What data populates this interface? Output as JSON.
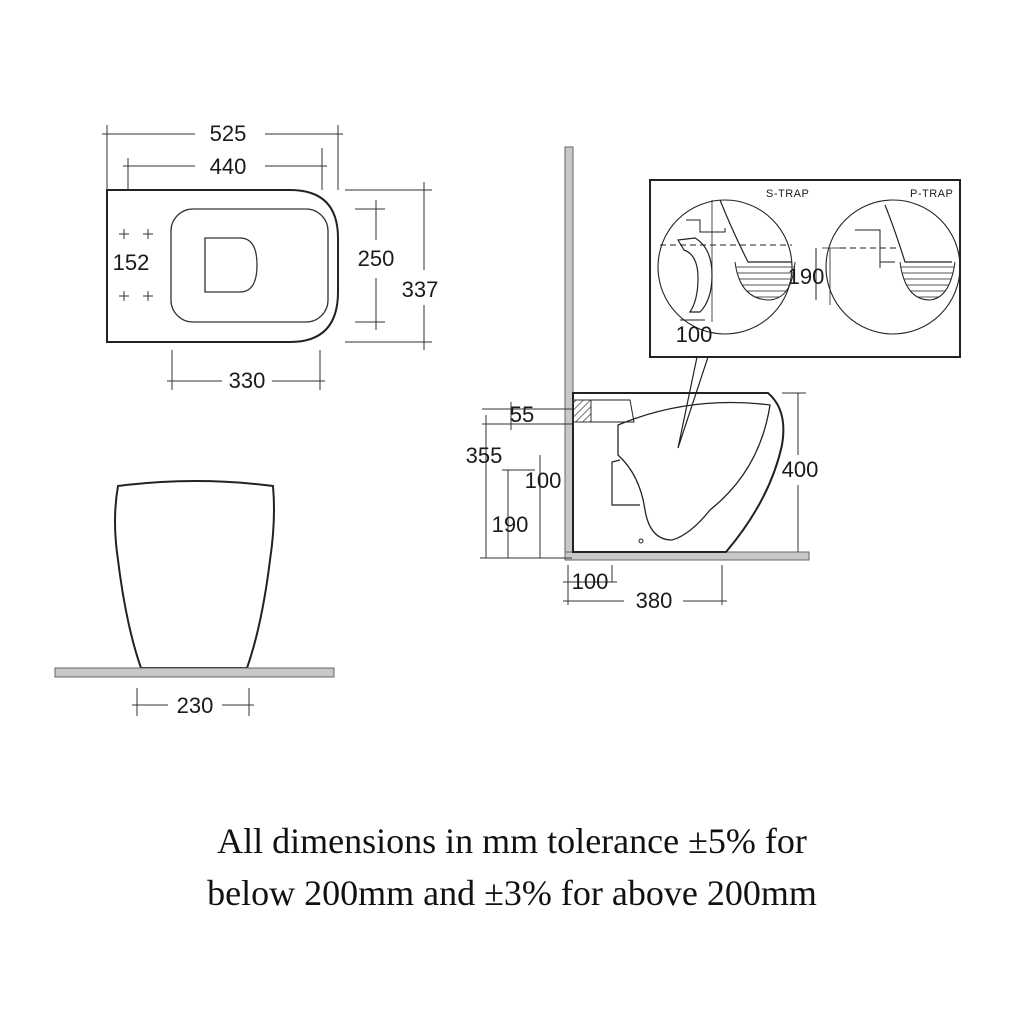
{
  "top_view": {
    "width_overall": "525",
    "width_bowl": "440",
    "fixing_centres": "152",
    "seat_depth": "250",
    "depth_overall": "337",
    "seat_width": "330"
  },
  "front_view": {
    "base_width": "230"
  },
  "side_view": {
    "rim_thickness": "55",
    "inlet_height": "355",
    "outlet_offset": "100",
    "outlet_height": "190",
    "pan_height": "400",
    "wall_to_outlet": "100",
    "projection": "380"
  },
  "detail": {
    "s_trap_label": "S-TRAP",
    "p_trap_label": "P-TRAP",
    "p_trap_height": "190",
    "s_trap_offset": "100"
  },
  "note": {
    "line1": "All dimensions in mm tolerance ±5% for",
    "line2": "below 200mm and ±3% for above 200mm"
  }
}
